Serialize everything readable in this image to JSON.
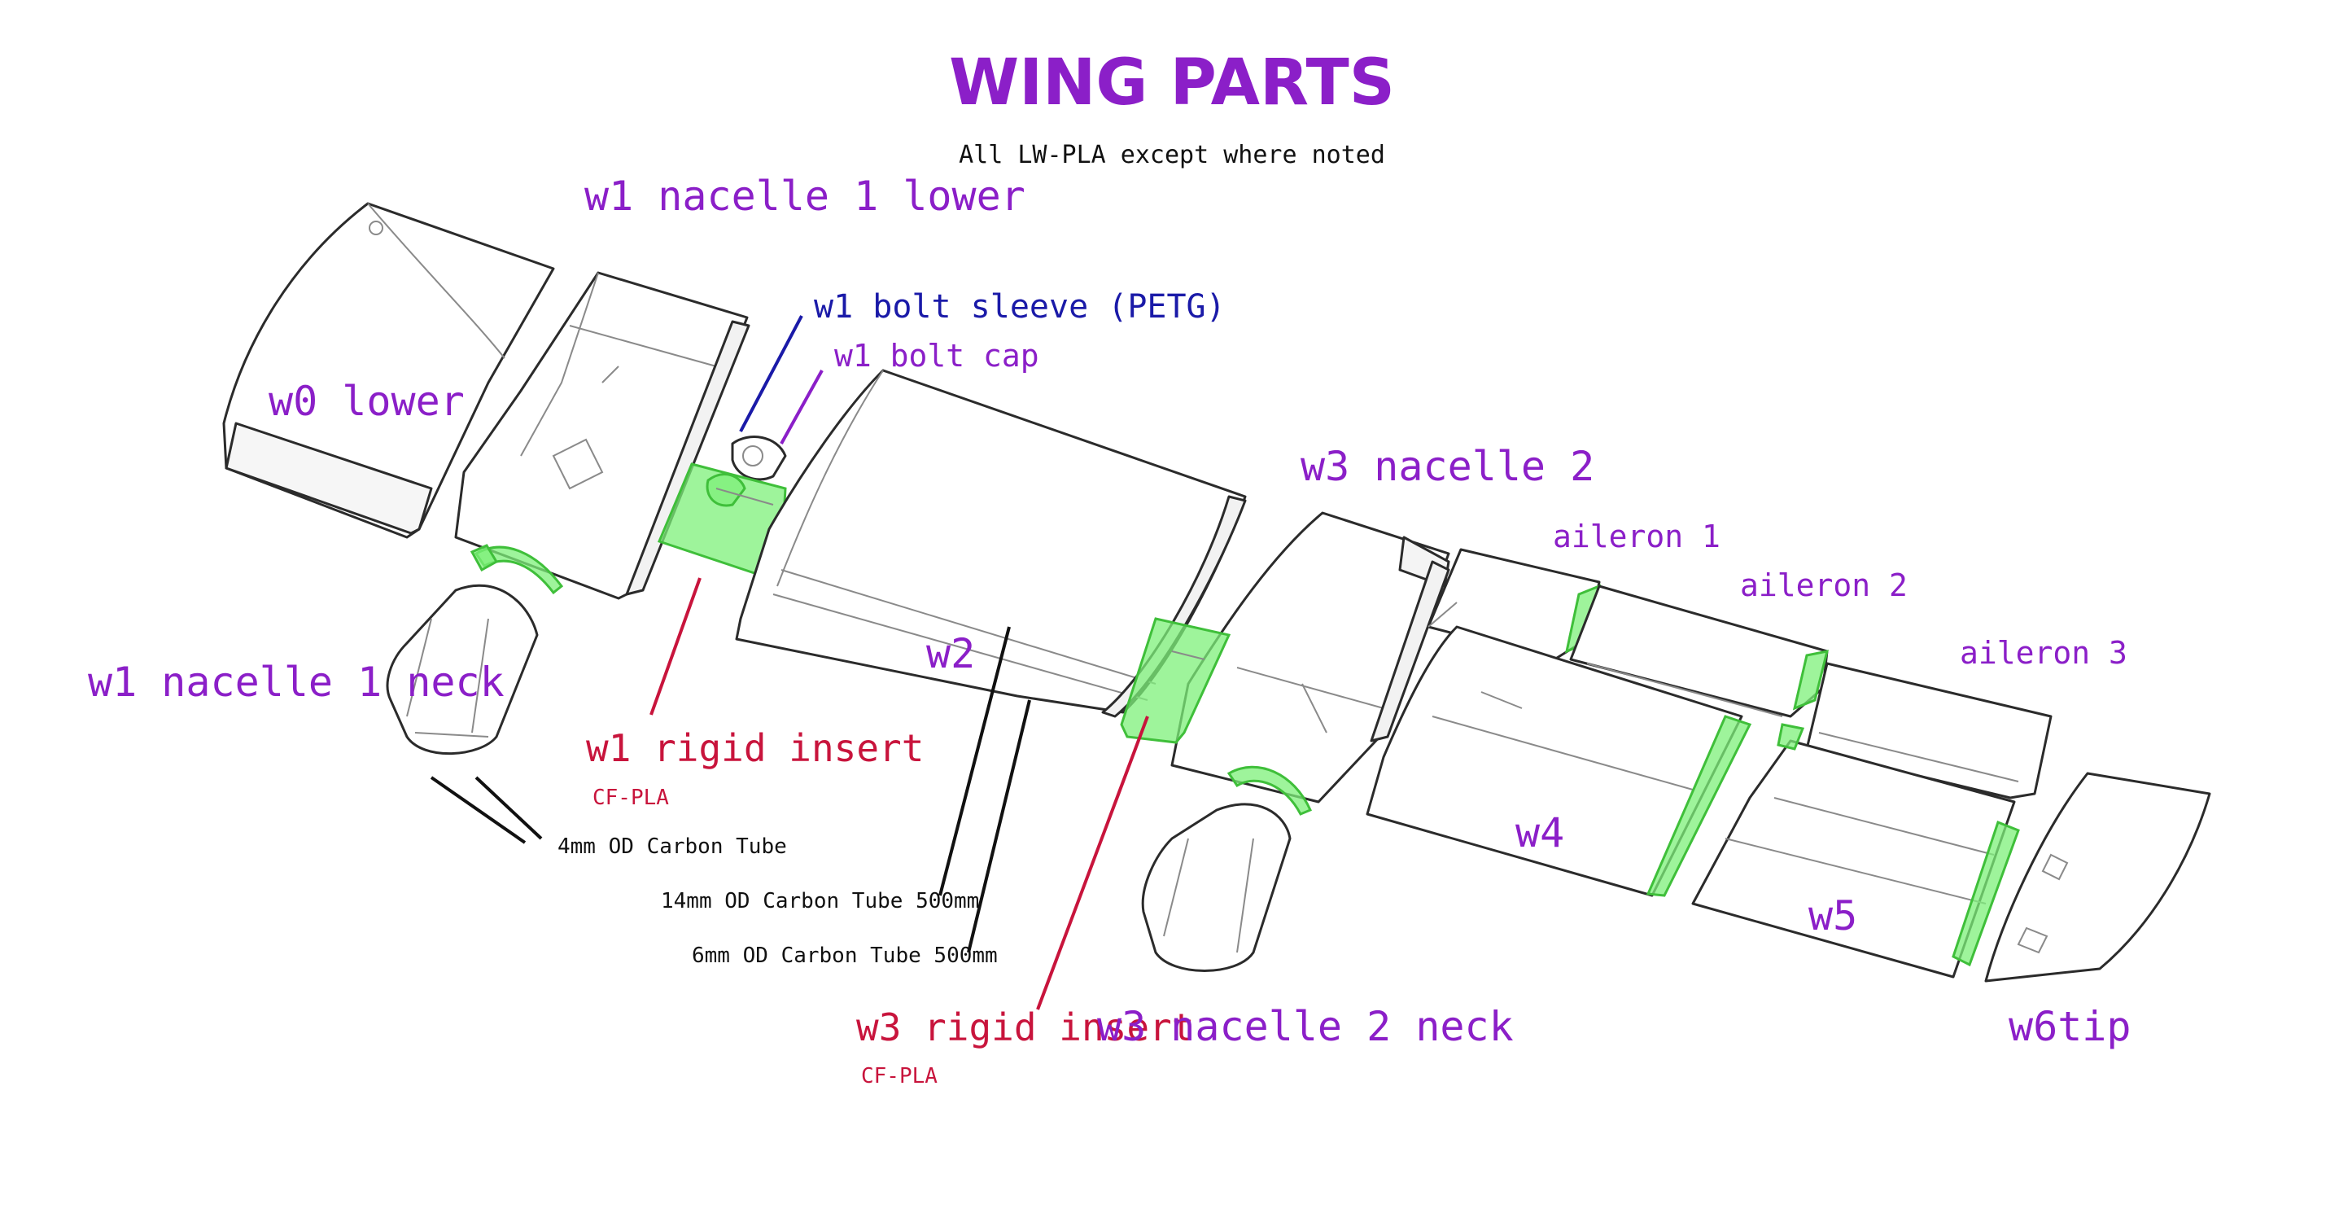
{
  "title": "WING PARTS",
  "subtitle": "All LW-PLA except where noted",
  "colors": {
    "part_label": "#8b1fc8",
    "rigid_insert": "#c8143c",
    "bolt_sleeve": "#1a1aa8",
    "highlight": "#7ef07a",
    "outline": "#2b2b2b"
  },
  "labels": {
    "w0_lower": "w0 lower",
    "w1_nacelle_lower": "w1 nacelle 1 lower",
    "w1_bolt_sleeve": "w1 bolt sleeve (PETG)",
    "w1_bolt_cap": "w1 bolt cap",
    "w1_nacelle_neck": "w1 nacelle 1 neck",
    "w1_rigid_insert": "w1 rigid insert",
    "w1_rigid_insert_material": "CF-PLA",
    "carbon_4mm": "4mm OD Carbon Tube",
    "carbon_14mm": "14mm OD Carbon Tube 500mm",
    "carbon_6mm": "6mm OD Carbon Tube 500mm",
    "w2": "w2",
    "w3_nacelle_2": "w3 nacelle 2",
    "w3_rigid_insert": "w3 rigid insert",
    "w3_rigid_insert_material": "CF-PLA",
    "w3_nacelle_neck": "w3 nacelle 2 neck",
    "aileron_1": "aileron 1",
    "aileron_2": "aileron 2",
    "aileron_3": "aileron 3",
    "w4": "w4",
    "w5": "w5",
    "w6_tip": "w6tip"
  }
}
